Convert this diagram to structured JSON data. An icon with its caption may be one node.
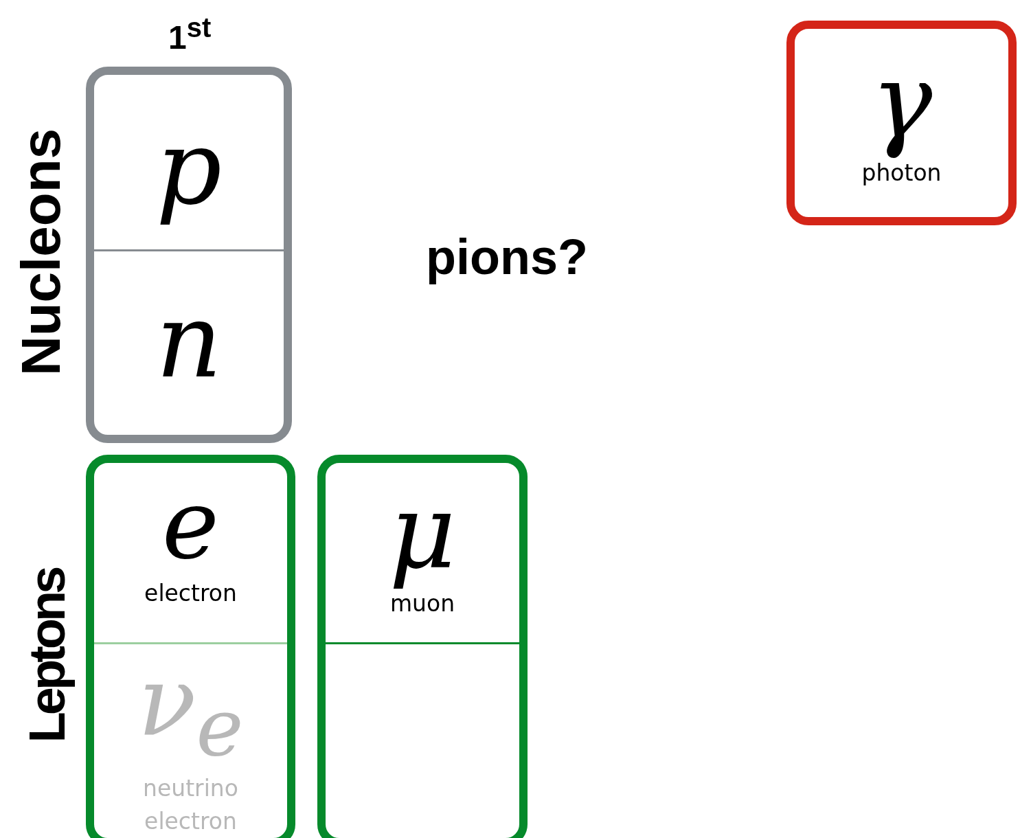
{
  "diagram": {
    "nodes": [
      {
        "text": [],
        "shape": "box"
      },
      {
        "text": [
          "p"
        ],
        "in": 0
      },
      {
        "text": [
          "n"
        ],
        "in": 0
      },
      {
        "text": [],
        "shape": "box"
      },
      {
        "text": [
          "e",
          "electron"
        ],
        "in": 3
      },
      {
        "text": [
          "ν$_{e}$",
          "neutrino electron"
        ],
        "in": 3
      },
      {
        "text": [],
        "shape": "box"
      },
      {
        "text": [
          "μ",
          "muon"
        ],
        "in": 6
      },
      {
        "text": [],
        "shape": "box",
        "in": 6
      },
      {
        "text": [
          "γ",
          "photon"
        ]
      }
    ],
    "labels": [
      "1$^{st}$",
      "Nucleons",
      "pions?",
      "Leptons"
    ]
  }
}
